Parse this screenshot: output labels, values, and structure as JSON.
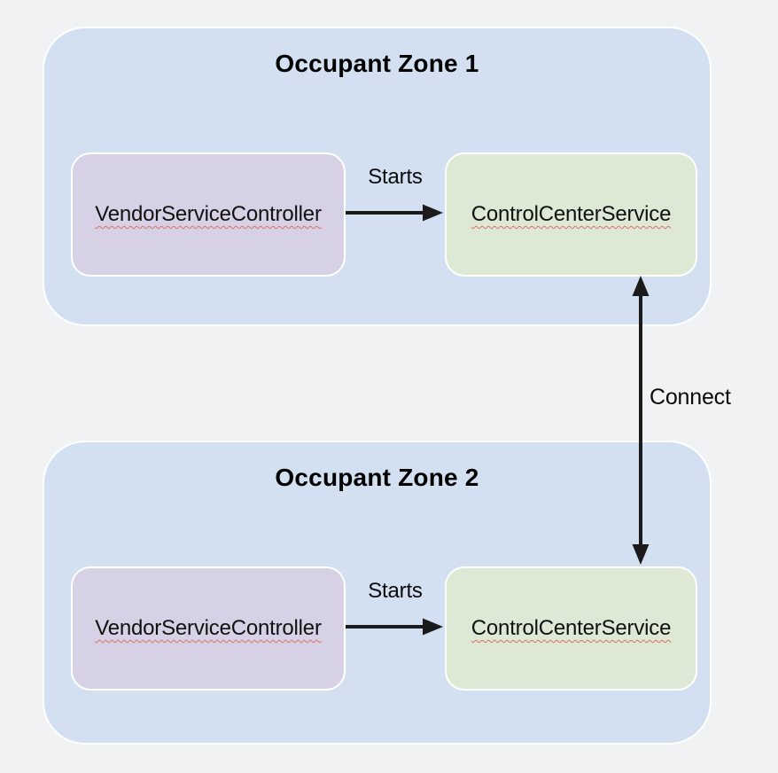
{
  "diagram": {
    "zones": [
      {
        "title": "Occupant Zone 1",
        "vendor_label": "VendorServiceController",
        "control_label": "ControlCenterService",
        "starts_label": "Starts"
      },
      {
        "title": "Occupant Zone 2",
        "vendor_label": "VendorServiceController",
        "control_label": "ControlCenterService",
        "starts_label": "Starts"
      }
    ],
    "connect_label": "Connect",
    "colors": {
      "page_bg": "#f1f2f4",
      "zone_bg": "#d3e0f1",
      "vendor_bg": "#d6d1e4",
      "control_bg": "#dde8d5",
      "node_border": "#ffffff",
      "arrow": "#1b1b1b",
      "underline": "#dd7065"
    }
  }
}
